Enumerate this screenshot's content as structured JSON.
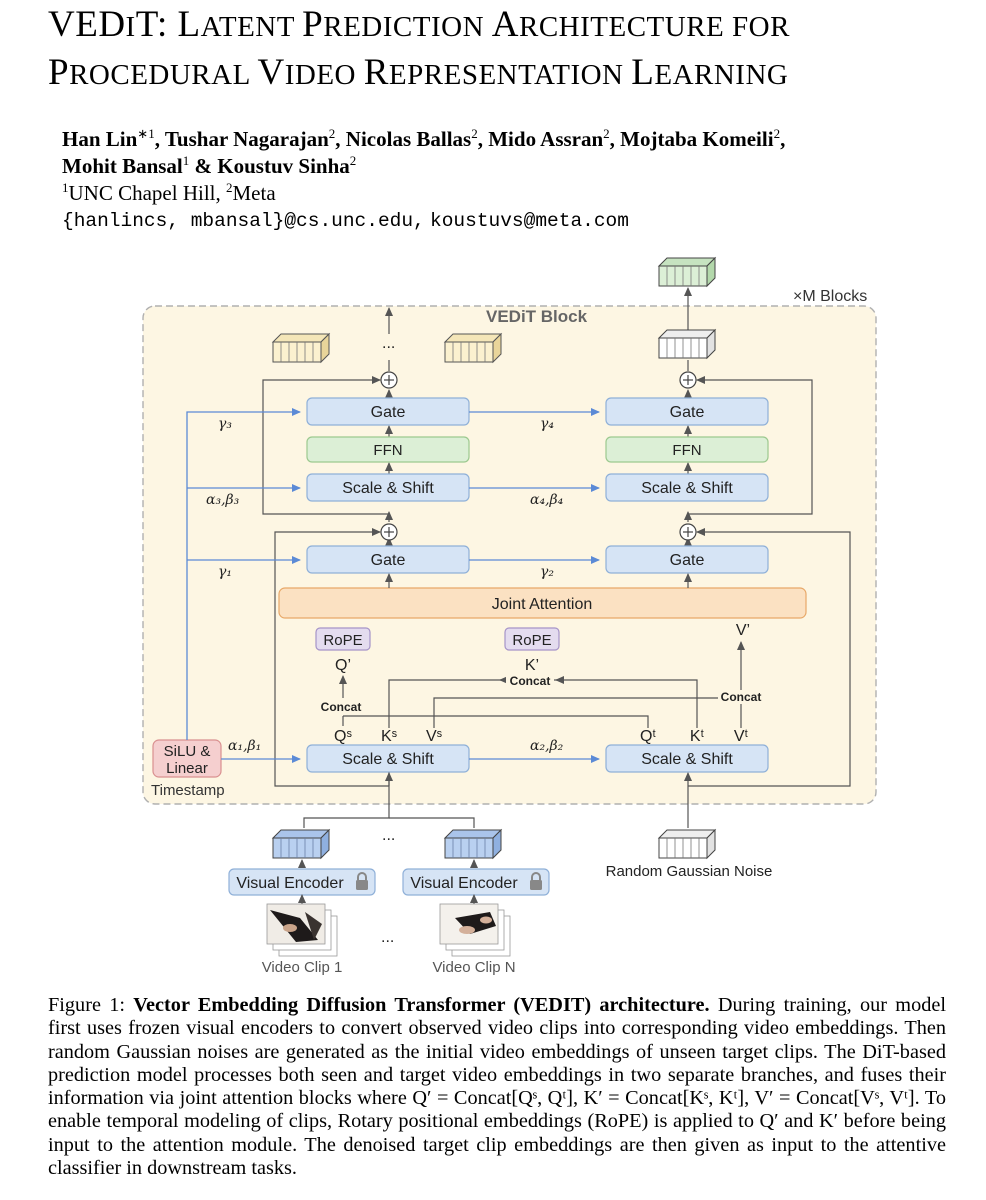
{
  "paper": {
    "title_line1": [
      {
        "text": "VED",
        "big": true
      },
      {
        "text": "I",
        "big": false
      },
      {
        "text": "T",
        "big": true
      },
      {
        "text": ": ",
        "big": true
      },
      {
        "text": "L",
        "big": true
      },
      {
        "text": "ATENT ",
        "big": false
      },
      {
        "text": "P",
        "big": true
      },
      {
        "text": "REDICTION ",
        "big": false
      },
      {
        "text": "A",
        "big": true
      },
      {
        "text": "RCHITECTURE FOR",
        "big": false
      }
    ],
    "title_line2": [
      {
        "text": "P",
        "big": true
      },
      {
        "text": "ROCEDURAL ",
        "big": false
      },
      {
        "text": "V",
        "big": true
      },
      {
        "text": "IDEO ",
        "big": false
      },
      {
        "text": "R",
        "big": true
      },
      {
        "text": "EPRESENTATION ",
        "big": false
      },
      {
        "text": "L",
        "big": true
      },
      {
        "text": "EARNING",
        "big": false
      }
    ],
    "authors_line1": [
      {
        "name": "Han Lin",
        "sup": "∗1",
        "sep": ", "
      },
      {
        "name": "Tushar Nagarajan",
        "sup": "2",
        "sep": ", "
      },
      {
        "name": "Nicolas Ballas",
        "sup": "2",
        "sep": ", "
      },
      {
        "name": "Mido Assran",
        "sup": "2",
        "sep": ", "
      },
      {
        "name": "Mojtaba Komeili",
        "sup": "2",
        "sep": ","
      }
    ],
    "authors_line2": [
      {
        "name": "Mohit Bansal",
        "sup": "1",
        "sep": " & "
      },
      {
        "name": "Koustuv Sinha",
        "sup": "2",
        "sep": ""
      }
    ],
    "affiliations": [
      {
        "sup": "1",
        "name": "UNC Chapel Hill",
        "sep": ", "
      },
      {
        "sup": "2",
        "name": "Meta",
        "sep": ""
      }
    ],
    "emails_mono": "{hanlincs, mbansal}@cs.unc.edu,",
    "emails_mono2": "koustuvs@meta.com"
  },
  "figure": {
    "colors": {
      "block_bg": "#fdf6e3",
      "block_border": "#b0b0b0",
      "blue_box": "#d6e4f5",
      "blue_border": "#8fb0d8",
      "green_box": "#dcefd6",
      "green_border": "#9cc98f",
      "orange_box": "#fbe1c2",
      "orange_border": "#e8a868",
      "purple_box": "#e4dcef",
      "purple_border": "#a694c8",
      "red_box": "#f5cfcf",
      "red_border": "#d99090",
      "arrow_blue": "#5b8ad6",
      "arrow_dark": "#555555"
    },
    "m_blocks": "×M Blocks",
    "block_title": "VEDiT Block",
    "ellipsis": "...",
    "left": {
      "gate_top": "Gate",
      "ffn": "FFN",
      "scale_shift_mid": "Scale & Shift",
      "gate_mid": "Gate",
      "rope": "RoPE",
      "q_prime": "Q’",
      "concat": "Concat",
      "qs": "Qˢ",
      "ks": "Kˢ",
      "vs": "Vˢ",
      "scale_shift_bottom": "Scale & Shift"
    },
    "right": {
      "gate_top": "Gate",
      "ffn": "FFN",
      "scale_shift_mid": "Scale & Shift",
      "gate_mid": "Gate",
      "v_prime": "V’",
      "concat": "Concat",
      "qt": "Qᵗ",
      "kt": "Kᵗ",
      "vt": "Vᵗ",
      "scale_shift_bottom": "Scale & Shift"
    },
    "joint_attention": "Joint Attention",
    "rope_mid": "RoPE",
    "k_prime": "K’",
    "concat_mid": "Concat",
    "silu_line1": "SiLU &",
    "silu_line2": "Linear",
    "timestamp": "Timestamp",
    "greek": {
      "g3": "γ₃",
      "g4": "γ₄",
      "ab3": "α₃,β₃",
      "ab4": "α₄,β₄",
      "g1": "γ₁",
      "g2": "γ₂",
      "ab1": "α₁,β₁",
      "ab2": "α₂,β₂"
    },
    "encoder_label": "Visual Encoder",
    "clip1_label": "Video Clip 1",
    "clipN_label": "Video Clip N",
    "noise_label": "Random Gaussian Noise"
  },
  "caption": {
    "label": "Figure 1: ",
    "bold": "Vector Embedding Diffusion Transformer (VEDIT) architecture.",
    "text": " During training, our model first uses frozen visual encoders to convert observed video clips into corresponding video embeddings. Then random Gaussian noises are generated as the initial video embeddings of unseen target clips. The DiT-based prediction model processes both seen and target video embeddings in two separate branches, and fuses their information via joint attention blocks where Q′ = Concat[Qˢ, Qᵗ], K′ = Concat[Kˢ, Kᵗ], V′ = Concat[Vˢ, Vᵗ]. To enable temporal modeling of clips, Rotary positional embeddings (RoPE) is applied to Q′ and K′ before being input to the attention module. The denoised target clip embeddings are then given as input to the attentive classifier in downstream tasks."
  }
}
